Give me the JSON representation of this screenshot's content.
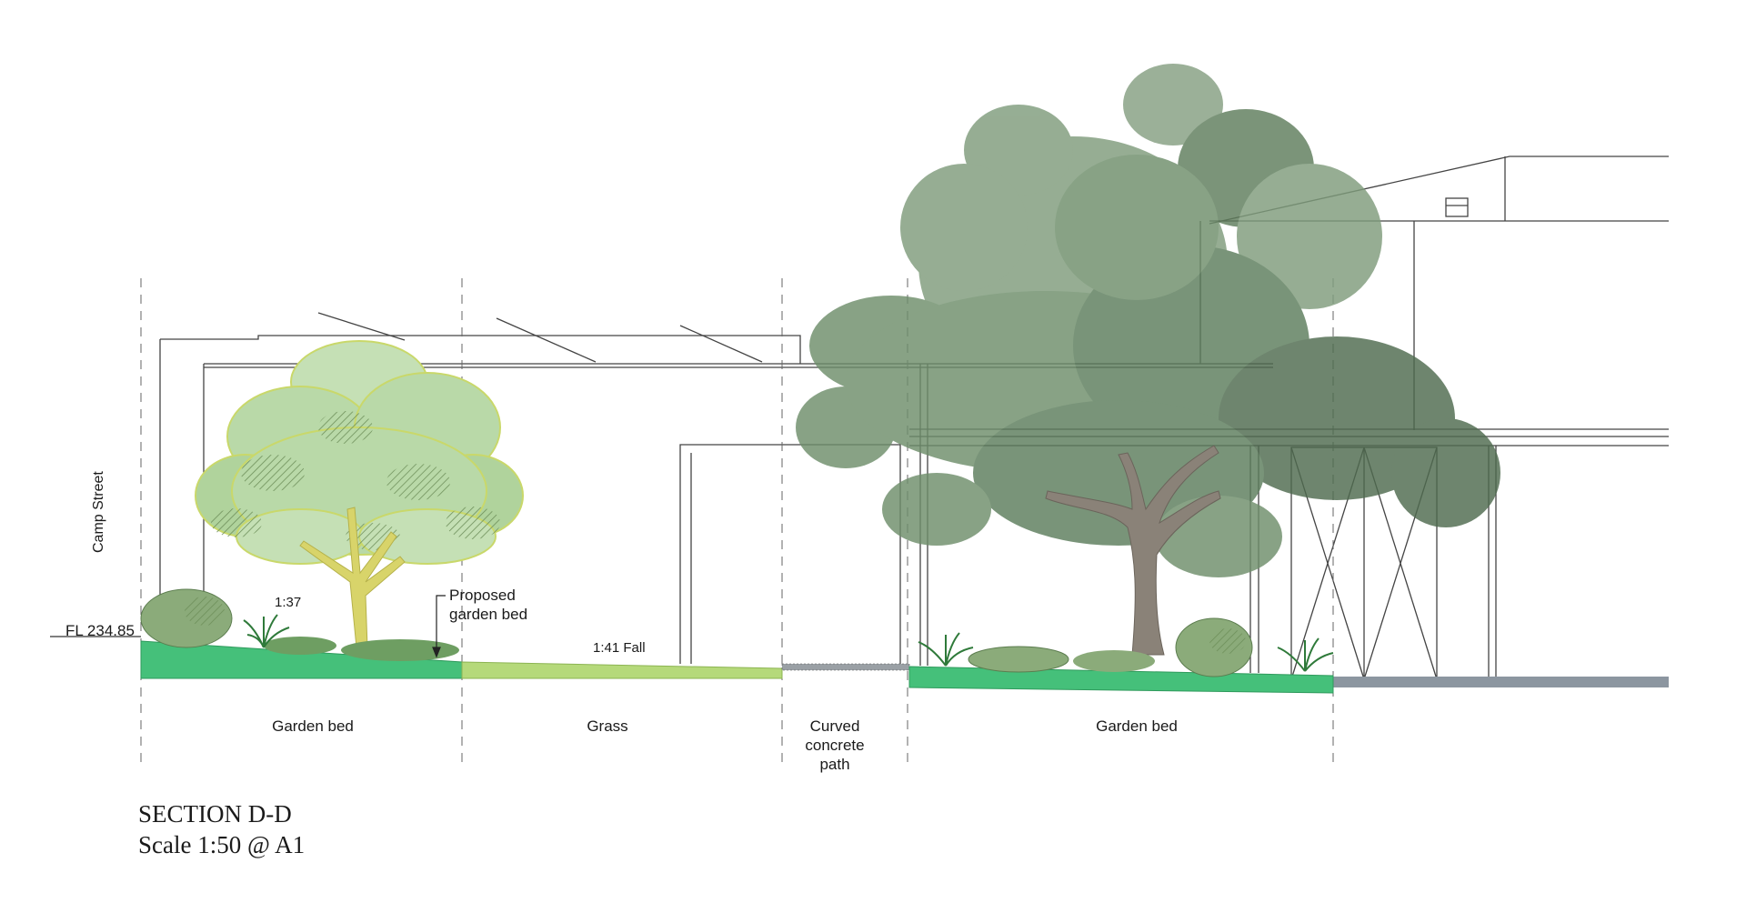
{
  "labels": {
    "street": "Camp Street",
    "floor_level": "FL 234.85",
    "slope_bed": "1:37",
    "proposed_bed_line1": "Proposed",
    "proposed_bed_line2": "garden bed",
    "fall": "1:41 Fall"
  },
  "zones": {
    "garden_bed_left": "Garden bed",
    "grass": "Grass",
    "path_line1": "Curved",
    "path_line2": "concrete",
    "path_line3": "path",
    "garden_bed_right": "Garden bed"
  },
  "title": {
    "section": "SECTION D-D",
    "scale": "Scale 1:50 @ A1"
  },
  "colors": {
    "garden_bed": "#45c07a",
    "grass": "#b5d97a",
    "small_tree_canopy": "#b9d9a8",
    "large_tree_canopy": "#5c7d5c",
    "trunk_small": "#d8d46a",
    "trunk_large": "#8a8278",
    "shrub": "#6e9e62",
    "building_line": "#444444"
  }
}
